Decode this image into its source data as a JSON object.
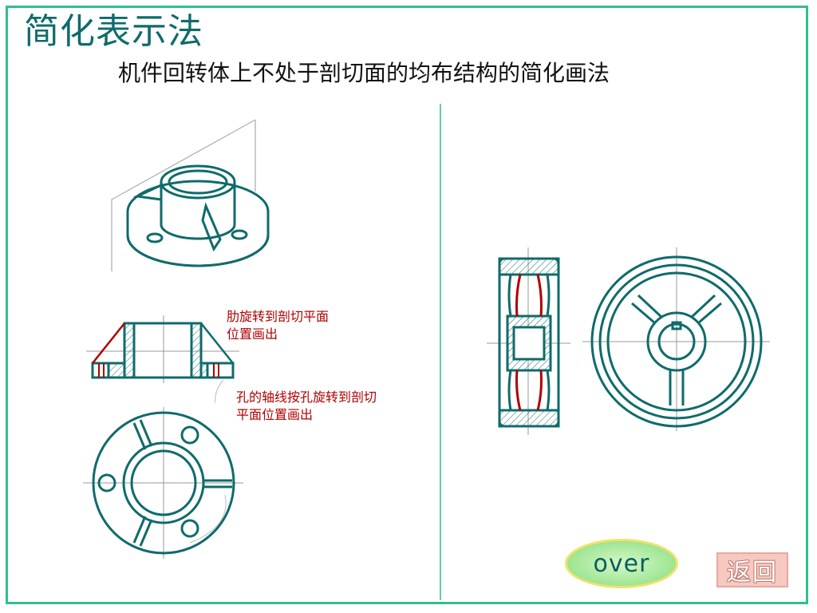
{
  "title": "简化表示法",
  "subtitle": "机件回转体上不处于剖切面的均布结构的简化画法",
  "annotations": {
    "rib_note_line1": "肋旋转到剖切平面",
    "rib_note_line2": "位置画出",
    "hole_note_line1": "孔的轴线按孔旋转到剖切",
    "hole_note_line2": "平面位置画出"
  },
  "buttons": {
    "over_label": "over",
    "back_label": "返回"
  },
  "colors": {
    "frame": "#2fbf8f",
    "drawing": "#0f6b6b",
    "hatch": "#b00000",
    "note": "#b00000"
  }
}
